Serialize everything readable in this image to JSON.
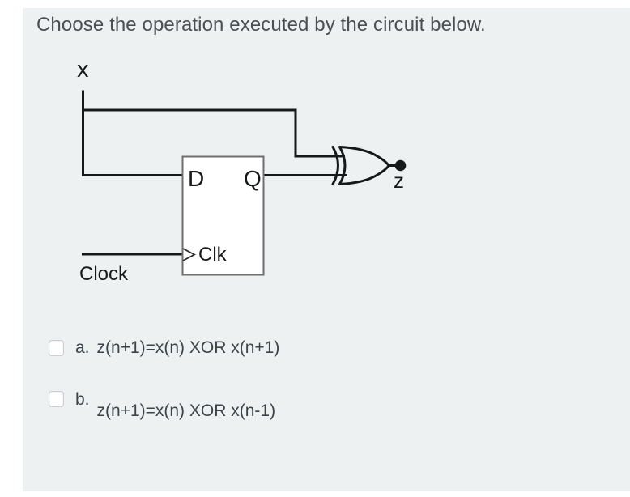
{
  "title": "Choose the operation executed by the circuit below.",
  "circuit": {
    "input_label": "x",
    "d_label": "D",
    "q_label": "Q",
    "clk_label": "Clk",
    "clock_label": "Clock",
    "output_label": "z"
  },
  "options": [
    {
      "letter": "a.",
      "text": "z(n+1)=x(n) XOR x(n+1)",
      "checked": false
    },
    {
      "letter": "b.",
      "text": "z(n+1)=x(n) XOR x(n-1)",
      "checked": false
    }
  ],
  "colors": {
    "page_bg": "#ffffff",
    "panel_bg": "#edf1f2",
    "wire": "#16181a",
    "flipflop_border": "#6e6e6e",
    "title_text": "#4b4f54",
    "option_text": "#3e4349",
    "checkbox_border": "#c9ced2"
  }
}
